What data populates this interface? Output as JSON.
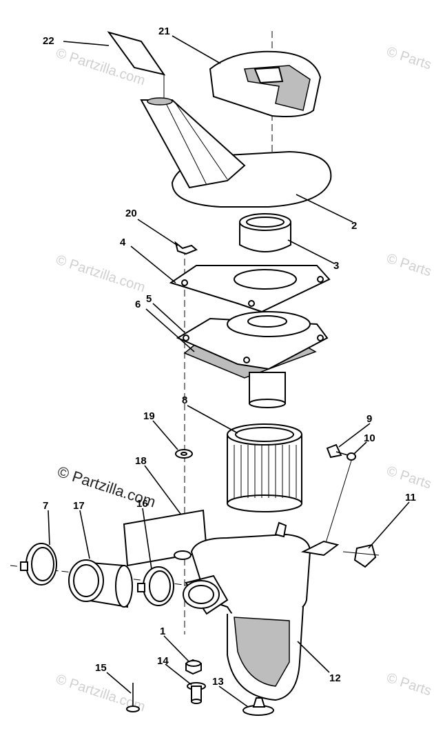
{
  "watermarks": {
    "light": "© Partzilla.com",
    "light_edge": "© Parts",
    "dark": "© Partzilla.com"
  },
  "callouts": {
    "c1": "1",
    "c2": "2",
    "c3": "3",
    "c4": "4",
    "c5": "5",
    "c6": "6",
    "c7": "7",
    "c8": "8",
    "c9": "9",
    "c10": "10",
    "c11": "11",
    "c12": "12",
    "c13": "13",
    "c14": "14",
    "c15": "15",
    "c16": "16",
    "c17": "17",
    "c18": "18",
    "c19": "19",
    "c20": "20",
    "c21": "21",
    "c22": "22"
  },
  "colors": {
    "line": "#000000",
    "watermark": "#d0d0d0",
    "background": "#ffffff"
  }
}
